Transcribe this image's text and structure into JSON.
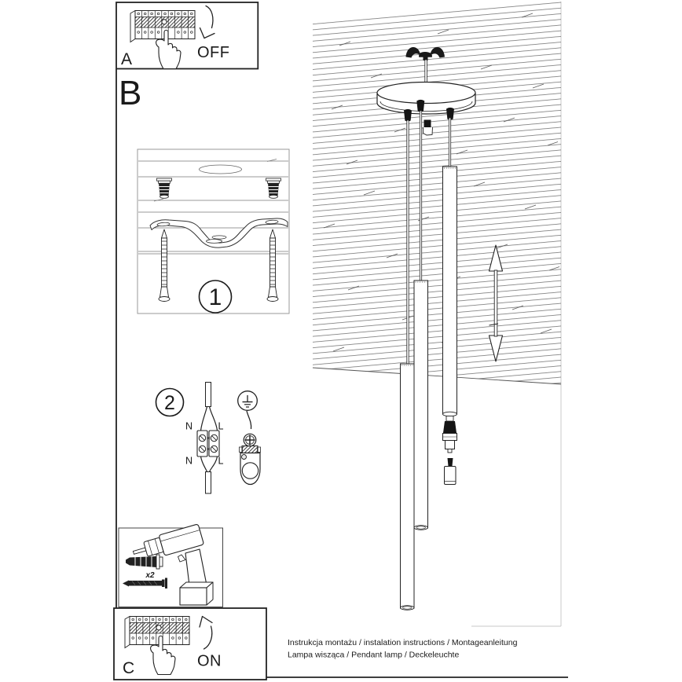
{
  "steps": {
    "a_label": "A",
    "a_action": "OFF",
    "b_label": "B",
    "c_label": "C",
    "c_action": "ON",
    "step1_number": "1",
    "step2_number": "2",
    "wire_neutral": "N",
    "wire_live": "L",
    "plug_count": "x2"
  },
  "footer": {
    "line1": "Instrukcja montażu / instalation instructions / Montageanleitung",
    "line2": "Lampa wisząca / Pendant lamp / Deckeleuchte"
  },
  "colors": {
    "ink": "#1a1a1a",
    "plank_line": "#5a5a5a",
    "frame": "#222222",
    "light_frame": "#c9c9c9"
  }
}
